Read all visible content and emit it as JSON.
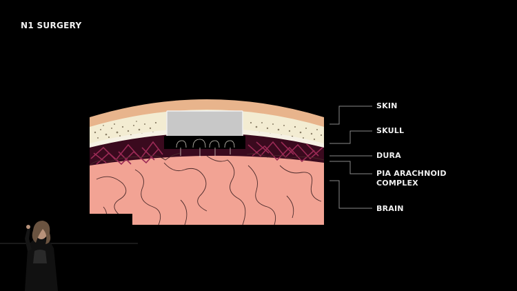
{
  "slide": {
    "title": "N1 SURGERY"
  },
  "diagram": {
    "labels": [
      {
        "key": "skin",
        "text": "SKIN"
      },
      {
        "key": "skull",
        "text": "SKULL"
      },
      {
        "key": "dura",
        "text": "DURA"
      },
      {
        "key": "pia",
        "text": "PIA ARACHNOID\nCOMPLEX"
      },
      {
        "key": "brain",
        "text": "BRAIN"
      }
    ],
    "colors": {
      "background": "#000000",
      "skin": "#e8b48c",
      "skull_bone": "#f3ecd2",
      "skull_speckle": "#8a7e66",
      "dura": "#f6f1e4",
      "pia_vessels": "#9a2a55",
      "pia_base": "#3a0a1e",
      "brain": "#f2a394",
      "brain_sulci": "#4a2a2a",
      "implant": "#c8c8c8",
      "leader_line": "#8a8a8a"
    }
  }
}
